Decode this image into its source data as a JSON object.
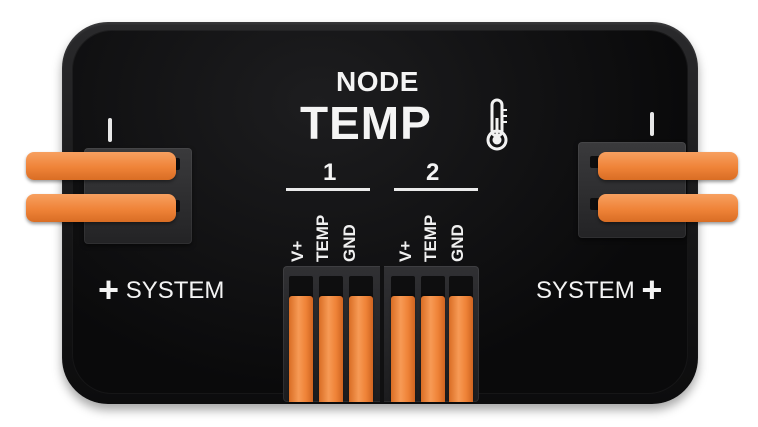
{
  "device": {
    "title_small": "NODE",
    "title_large": "TEMP",
    "thermometer_icon": "thermometer-icon",
    "channels": [
      {
        "number": "1",
        "pins": [
          "V+",
          "TEMP",
          "GND"
        ]
      },
      {
        "number": "2",
        "pins": [
          "V+",
          "TEMP",
          "GND"
        ]
      }
    ],
    "left_port": {
      "minus": "|",
      "plus": "+",
      "label": "SYSTEM"
    },
    "right_port": {
      "minus": "|",
      "plus": "+",
      "label": "SYSTEM"
    },
    "colors": {
      "housing": "#111112",
      "lever_orange": "#ef8338",
      "text": "#f4f4f4"
    }
  }
}
